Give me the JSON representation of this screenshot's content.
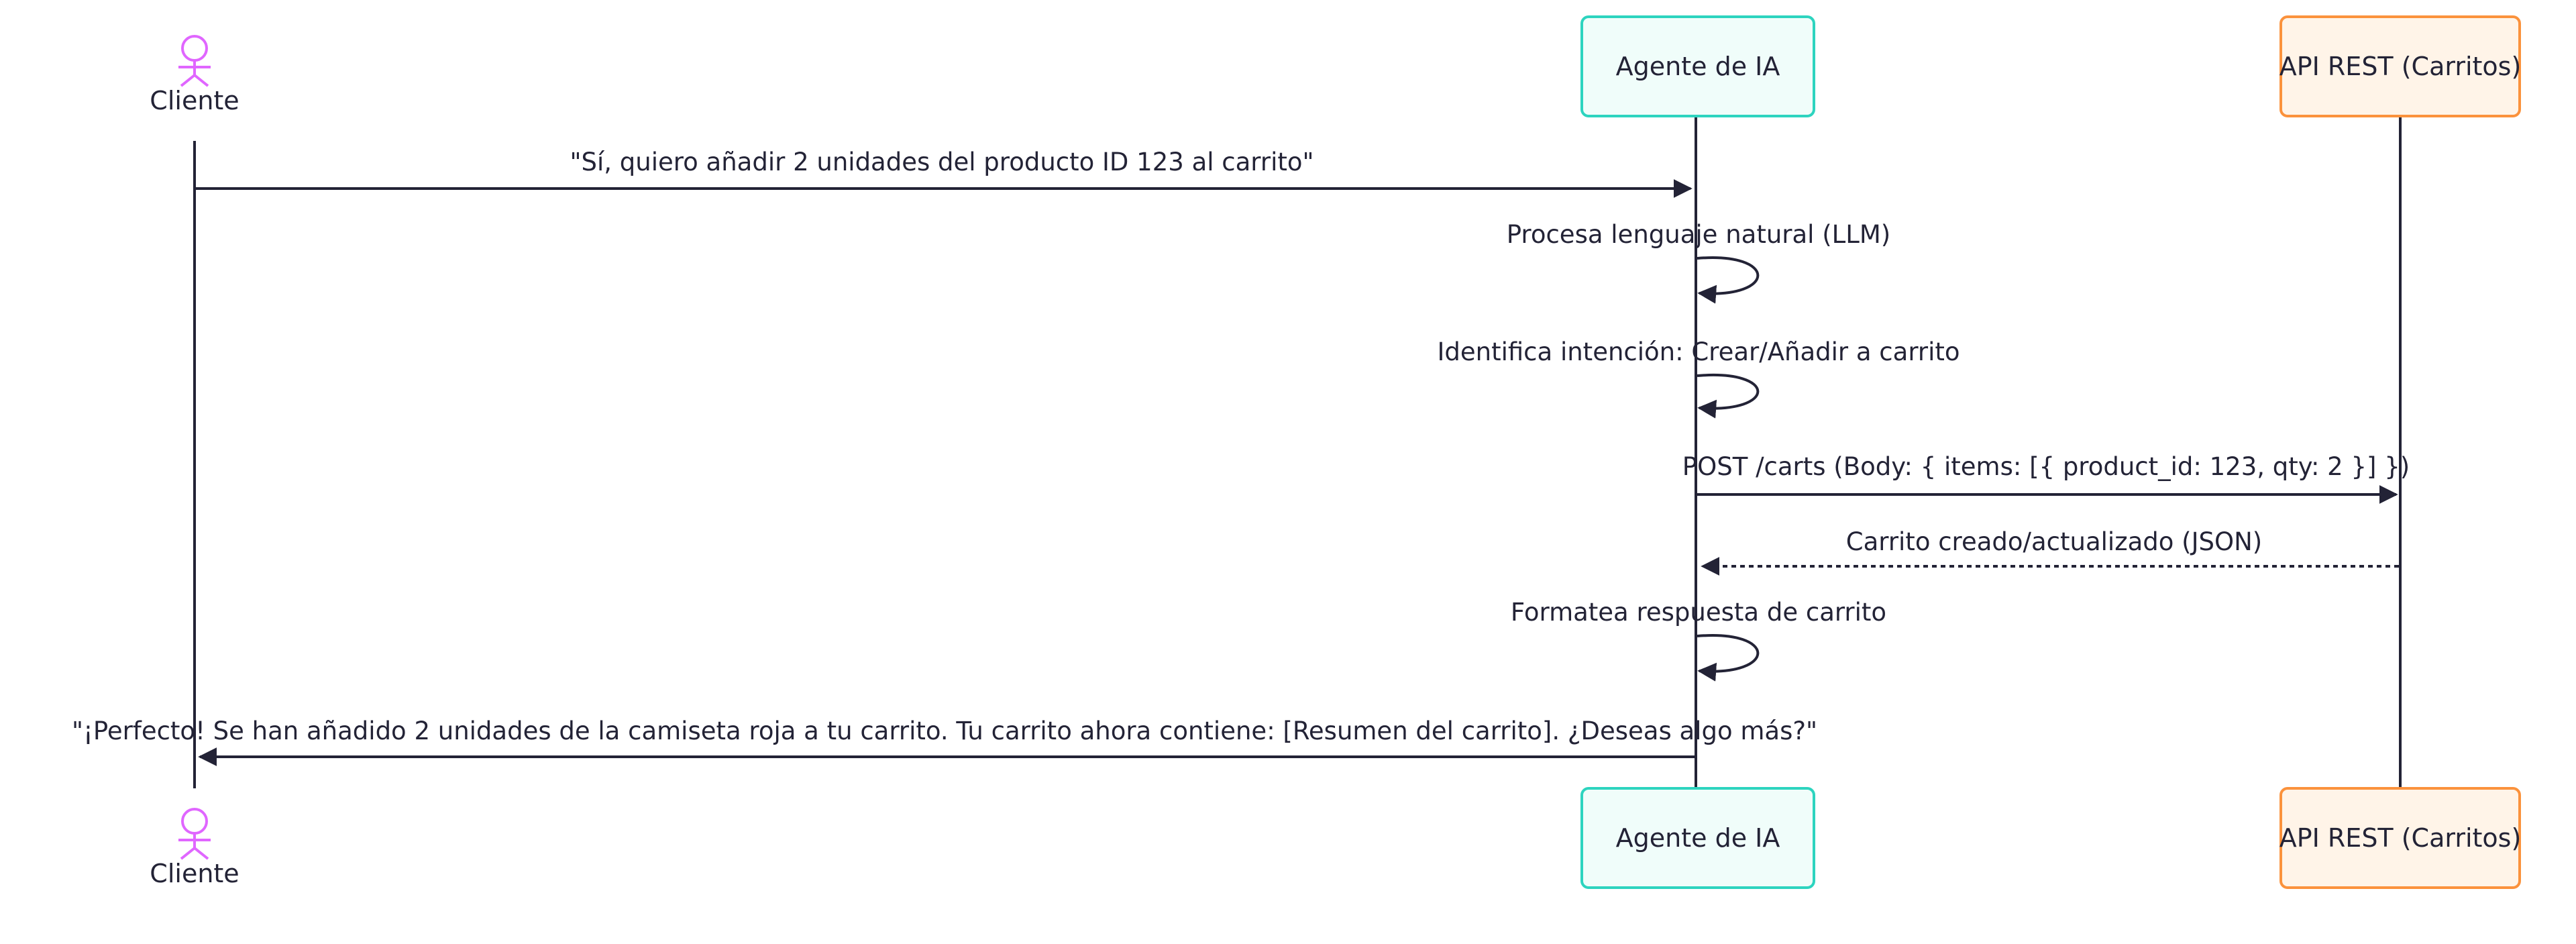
{
  "participants": [
    {
      "id": "cliente",
      "label": "Cliente",
      "kind": "actor",
      "color": "#e066ff"
    },
    {
      "id": "agente",
      "label": "Agente de IA",
      "kind": "box",
      "fill": "#f0fdfa",
      "stroke": "#2dd4bf"
    },
    {
      "id": "api",
      "label": "API REST (Carritos)",
      "kind": "box",
      "fill": "#fff4e8",
      "stroke": "#fb923c"
    }
  ],
  "messages": [
    {
      "from": "cliente",
      "to": "agente",
      "style": "solid",
      "label": "\"Sí, quiero añadir 2 unidades del producto ID 123 al carrito\""
    },
    {
      "from": "agente",
      "to": "agente",
      "style": "self",
      "label": "Procesa lenguaje natural (LLM)"
    },
    {
      "from": "agente",
      "to": "agente",
      "style": "self",
      "label": "Identifica intención: Crear/Añadir a carrito"
    },
    {
      "from": "agente",
      "to": "api",
      "style": "solid",
      "label": "POST /carts (Body: { items: [{ product_id: 123, qty: 2 }] })"
    },
    {
      "from": "api",
      "to": "agente",
      "style": "dotted",
      "label": "Carrito creado/actualizado (JSON)"
    },
    {
      "from": "agente",
      "to": "agente",
      "style": "self",
      "label": "Formatea respuesta de carrito"
    },
    {
      "from": "agente",
      "to": "cliente",
      "style": "solid",
      "label": "\"¡Perfecto! Se han añadido 2 unidades de la camiseta roja a tu carrito. Tu carrito ahora contiene: [Resumen del carrito]. ¿Deseas algo más?\""
    }
  ],
  "colors": {
    "line": "#232336",
    "actor": "#e066ff"
  }
}
